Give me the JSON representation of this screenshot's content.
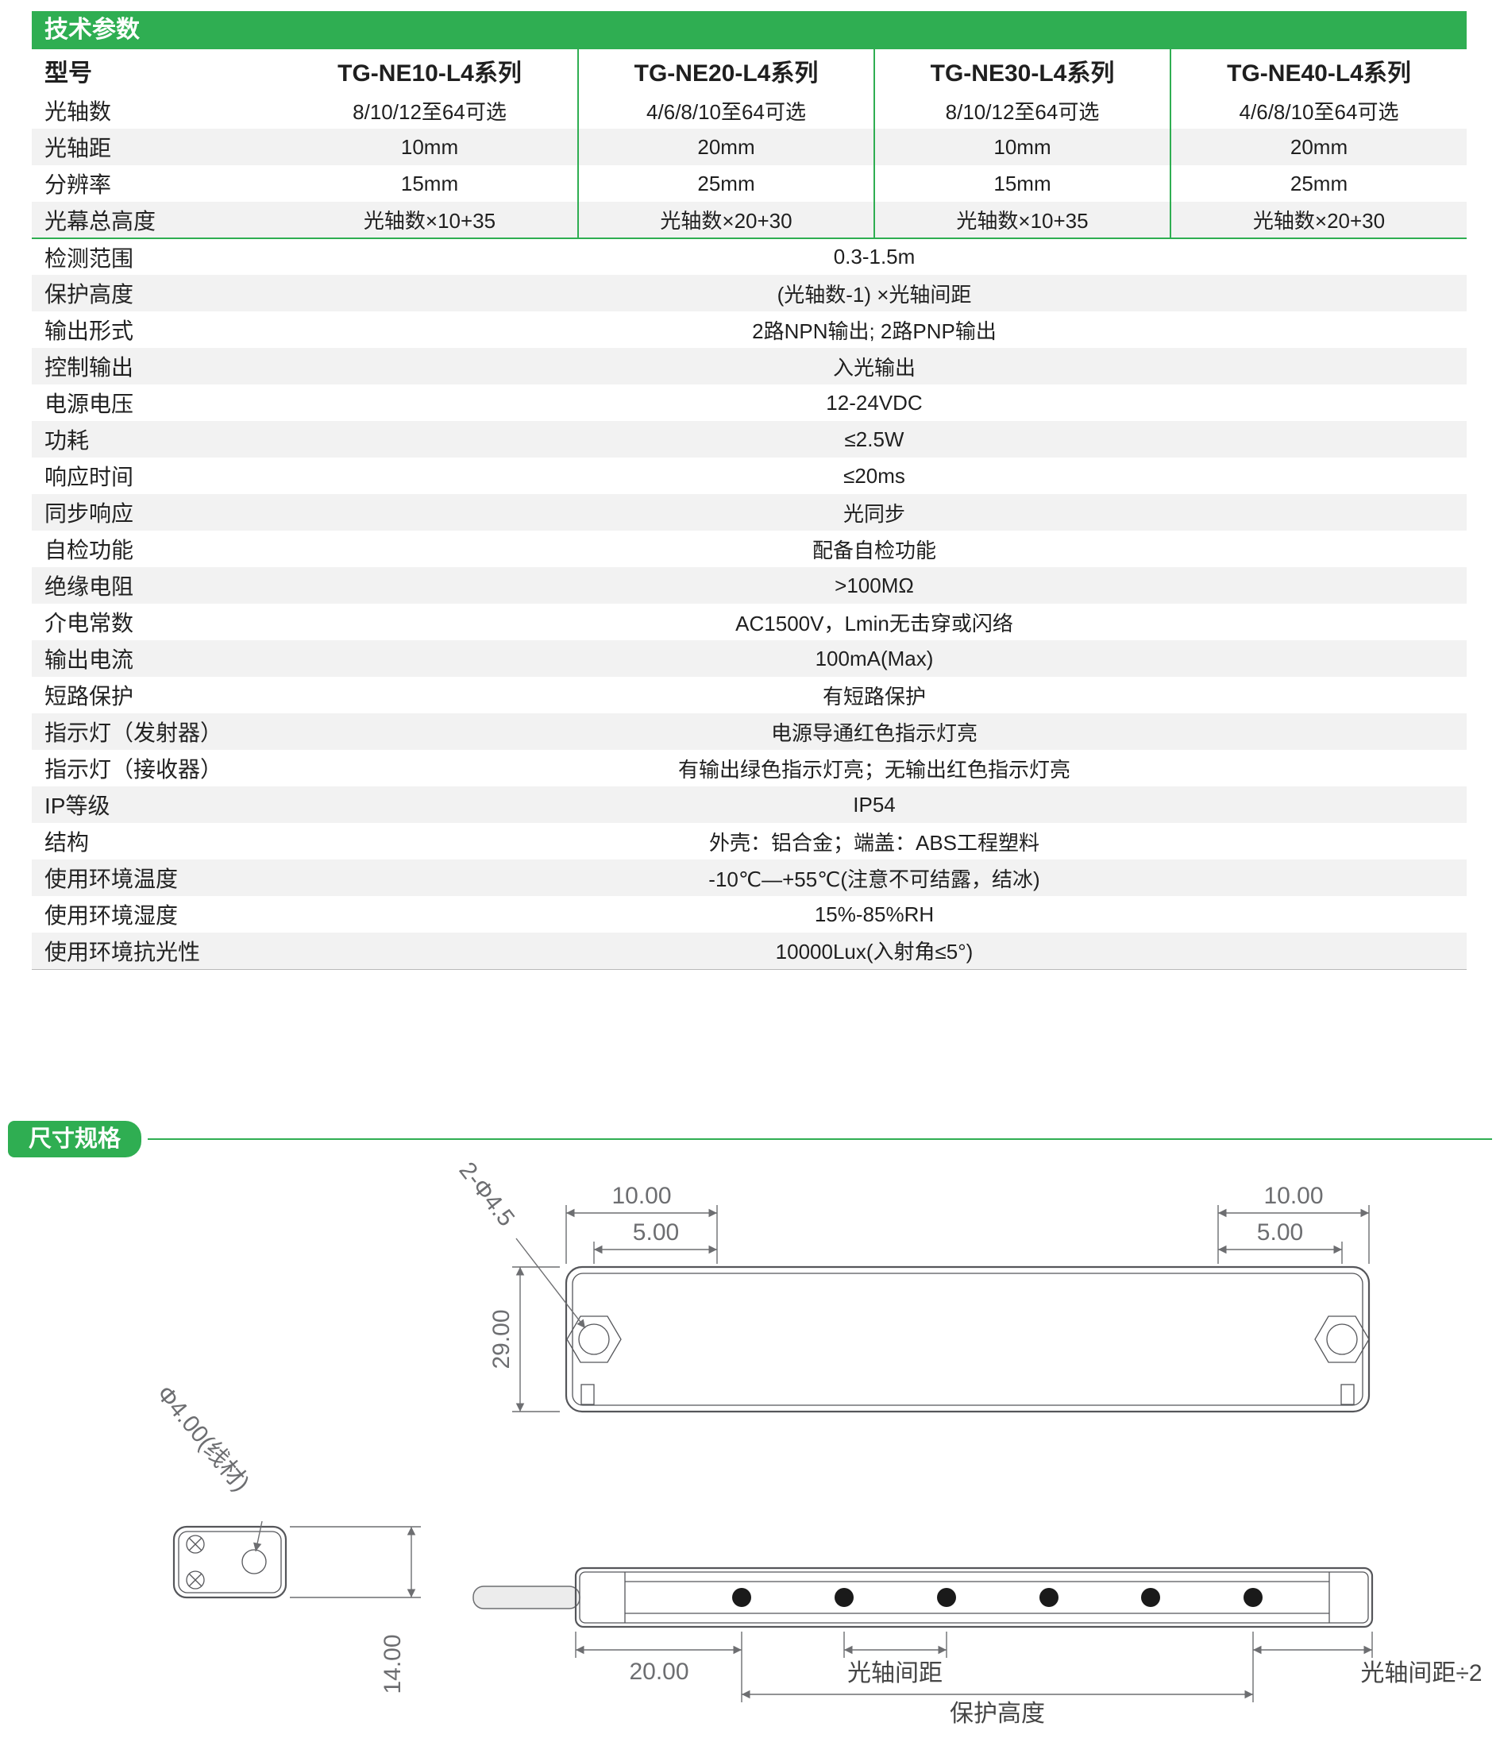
{
  "theme": {
    "green": "#2fae52",
    "row_alt": "#f2f2f2",
    "line_gray": "#6d6e71"
  },
  "tech_params": {
    "section_title": "技术参数",
    "header": {
      "label": "型号",
      "columns": [
        "TG-NE10-L4系列",
        "TG-NE20-L4系列",
        "TG-NE30-L4系列",
        "TG-NE40-L4系列"
      ]
    },
    "rows": [
      {
        "label": "光轴数",
        "values": [
          "8/10/12至64可选",
          "4/6/8/10至64可选",
          "8/10/12至64可选",
          "4/6/8/10至64可选"
        ]
      },
      {
        "label": "光轴距",
        "values": [
          "10mm",
          "20mm",
          "10mm",
          "20mm"
        ]
      },
      {
        "label": "分辨率",
        "values": [
          "15mm",
          "25mm",
          "15mm",
          "25mm"
        ]
      },
      {
        "label": "光幕总高度",
        "values": [
          "光轴数×10+35",
          "光轴数×20+30",
          "光轴数×10+35",
          "光轴数×20+30"
        ]
      },
      {
        "label": "检测范围",
        "value": "0.3-1.5m"
      },
      {
        "label": "保护高度",
        "value": "(光轴数-1) ×光轴间距"
      },
      {
        "label": "输出形式",
        "value": "2路NPN输出; 2路PNP输出"
      },
      {
        "label": "控制输出",
        "value": "入光输出"
      },
      {
        "label": "电源电压",
        "value": "12-24VDC"
      },
      {
        "label": "功耗",
        "value": "≤2.5W"
      },
      {
        "label": "响应时间",
        "value": "≤20ms"
      },
      {
        "label": "同步响应",
        "value": "光同步"
      },
      {
        "label": "自检功能",
        "value": "配备自检功能"
      },
      {
        "label": "绝缘电阻",
        "value": ">100MΩ"
      },
      {
        "label": "介电常数",
        "value": "AC1500V，Lmin无击穿或闪络"
      },
      {
        "label": "输出电流",
        "value": "100mA(Max)"
      },
      {
        "label": "短路保护",
        "value": "有短路保护"
      },
      {
        "label": "指示灯（发射器）",
        "value": "电源导通红色指示灯亮"
      },
      {
        "label": "指示灯（接收器）",
        "value": "有输出绿色指示灯亮；无输出红色指示灯亮"
      },
      {
        "label": "IP等级",
        "value": "IP54"
      },
      {
        "label": "结构",
        "value": "外壳：铝合金；端盖：ABS工程塑料"
      },
      {
        "label": "使用环境温度",
        "value": "-10℃—+55℃(注意不可结露，结冰)"
      },
      {
        "label": "使用环境湿度",
        "value": "15%-85%RH"
      },
      {
        "label": "使用环境抗光性",
        "value": "10000Lux(入射角≤5°)"
      }
    ]
  },
  "dimension_section": {
    "section_title": "尺寸规格",
    "side_view": {
      "hole_callout": "2-Φ4.5",
      "top_left_dim": "10.00",
      "top_left_sub_dim": "5.00",
      "top_right_dim": "10.00",
      "top_right_sub_dim": "5.00",
      "height_dim": "29.00"
    },
    "end_view": {
      "cable_callout": "Φ4.00(线材)",
      "depth_dim": "14.00"
    },
    "beam_view": {
      "edge_offset_dim": "20.00",
      "pitch_label": "光轴间距",
      "half_pitch_label": "光轴间距÷2",
      "protection_height_label": "保护高度"
    }
  }
}
